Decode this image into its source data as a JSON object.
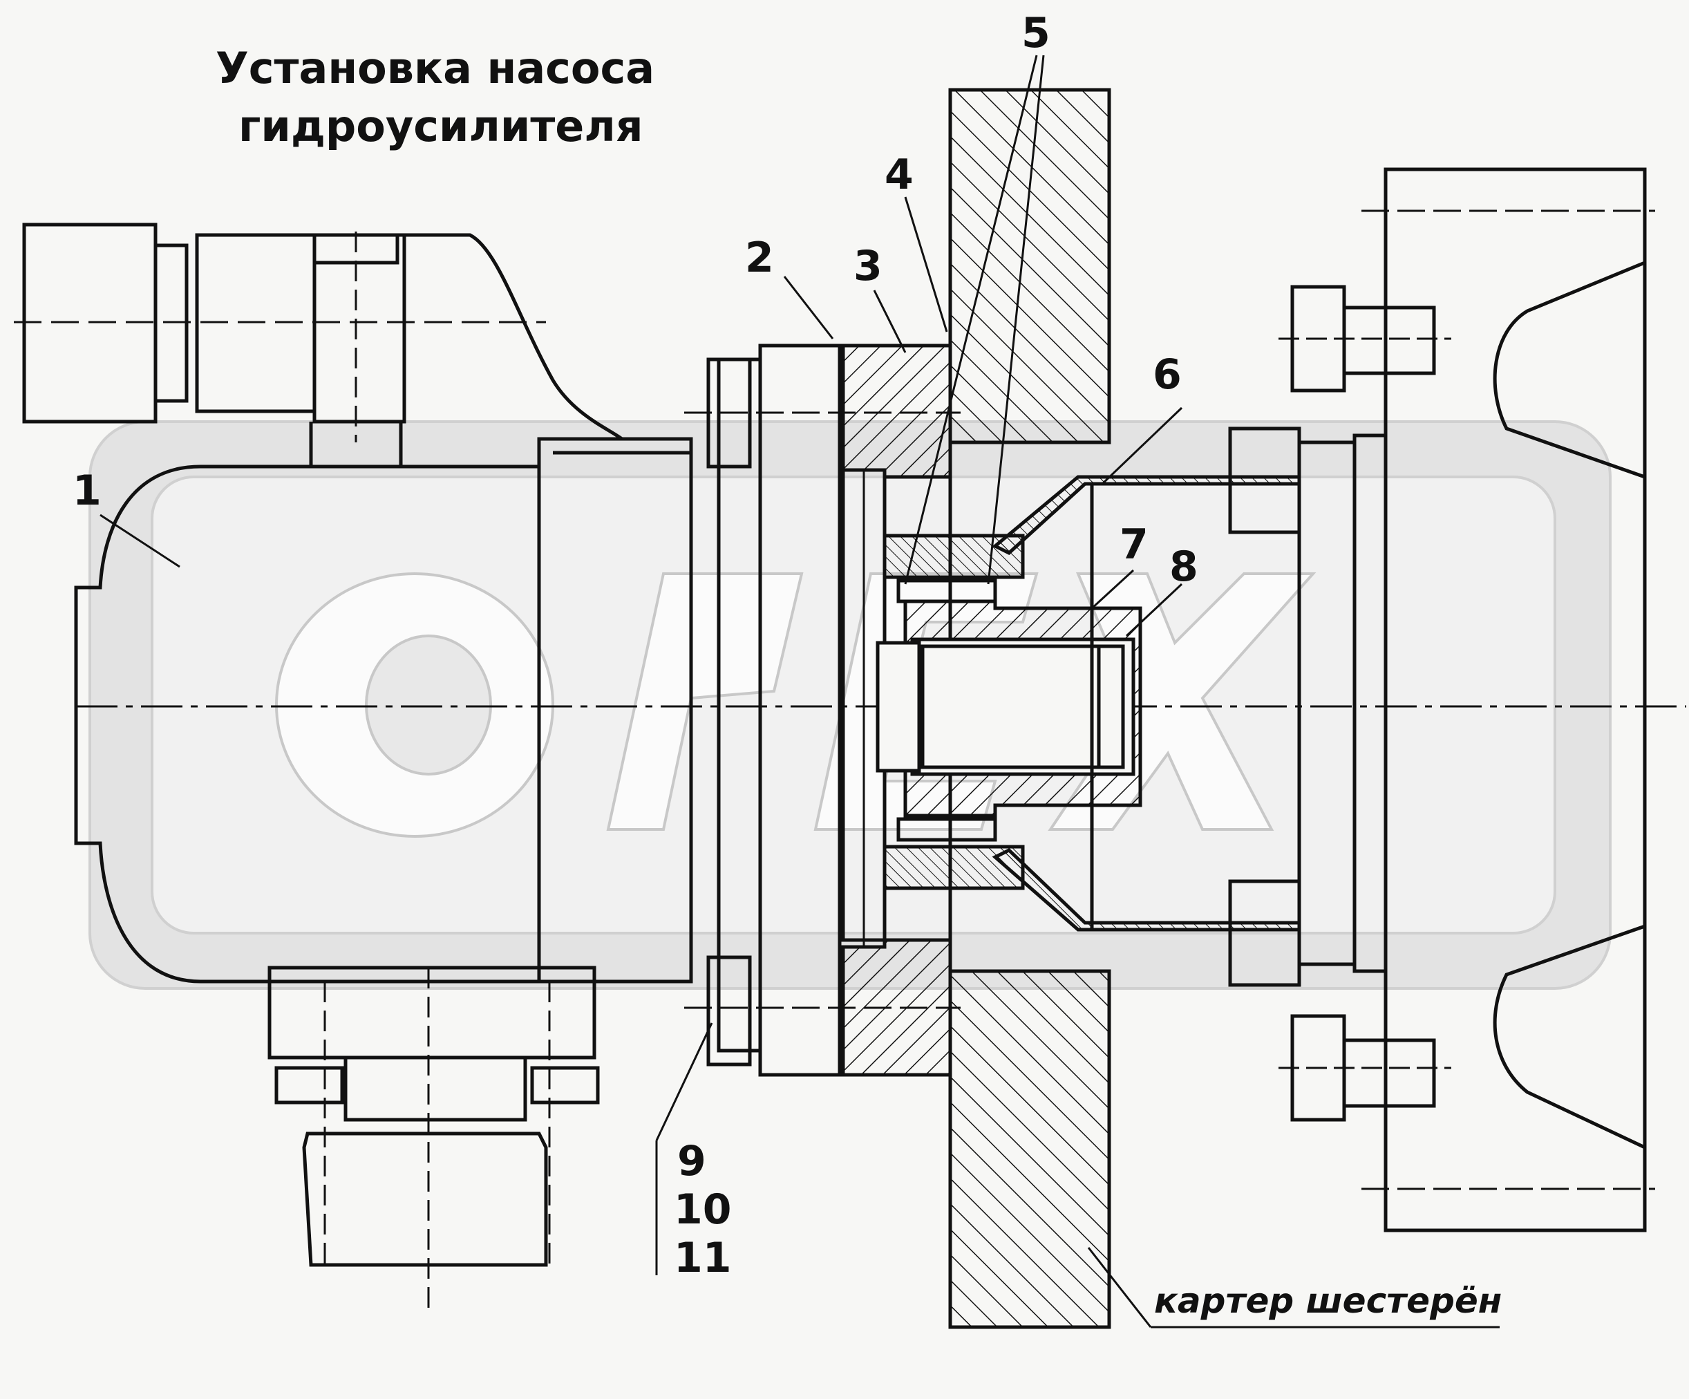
{
  "title": {
    "line1": "Установка насоса",
    "line2": "гидроусилителя"
  },
  "callouts": [
    "1",
    "2",
    "3",
    "4",
    "5",
    "6",
    "7",
    "8",
    "9",
    "10",
    "11"
  ],
  "note": "картер шестерён",
  "watermark": "OPEX",
  "colors": {
    "line": "#111111",
    "background": "#f7f7f5",
    "watermark": "#d9d9d9"
  }
}
